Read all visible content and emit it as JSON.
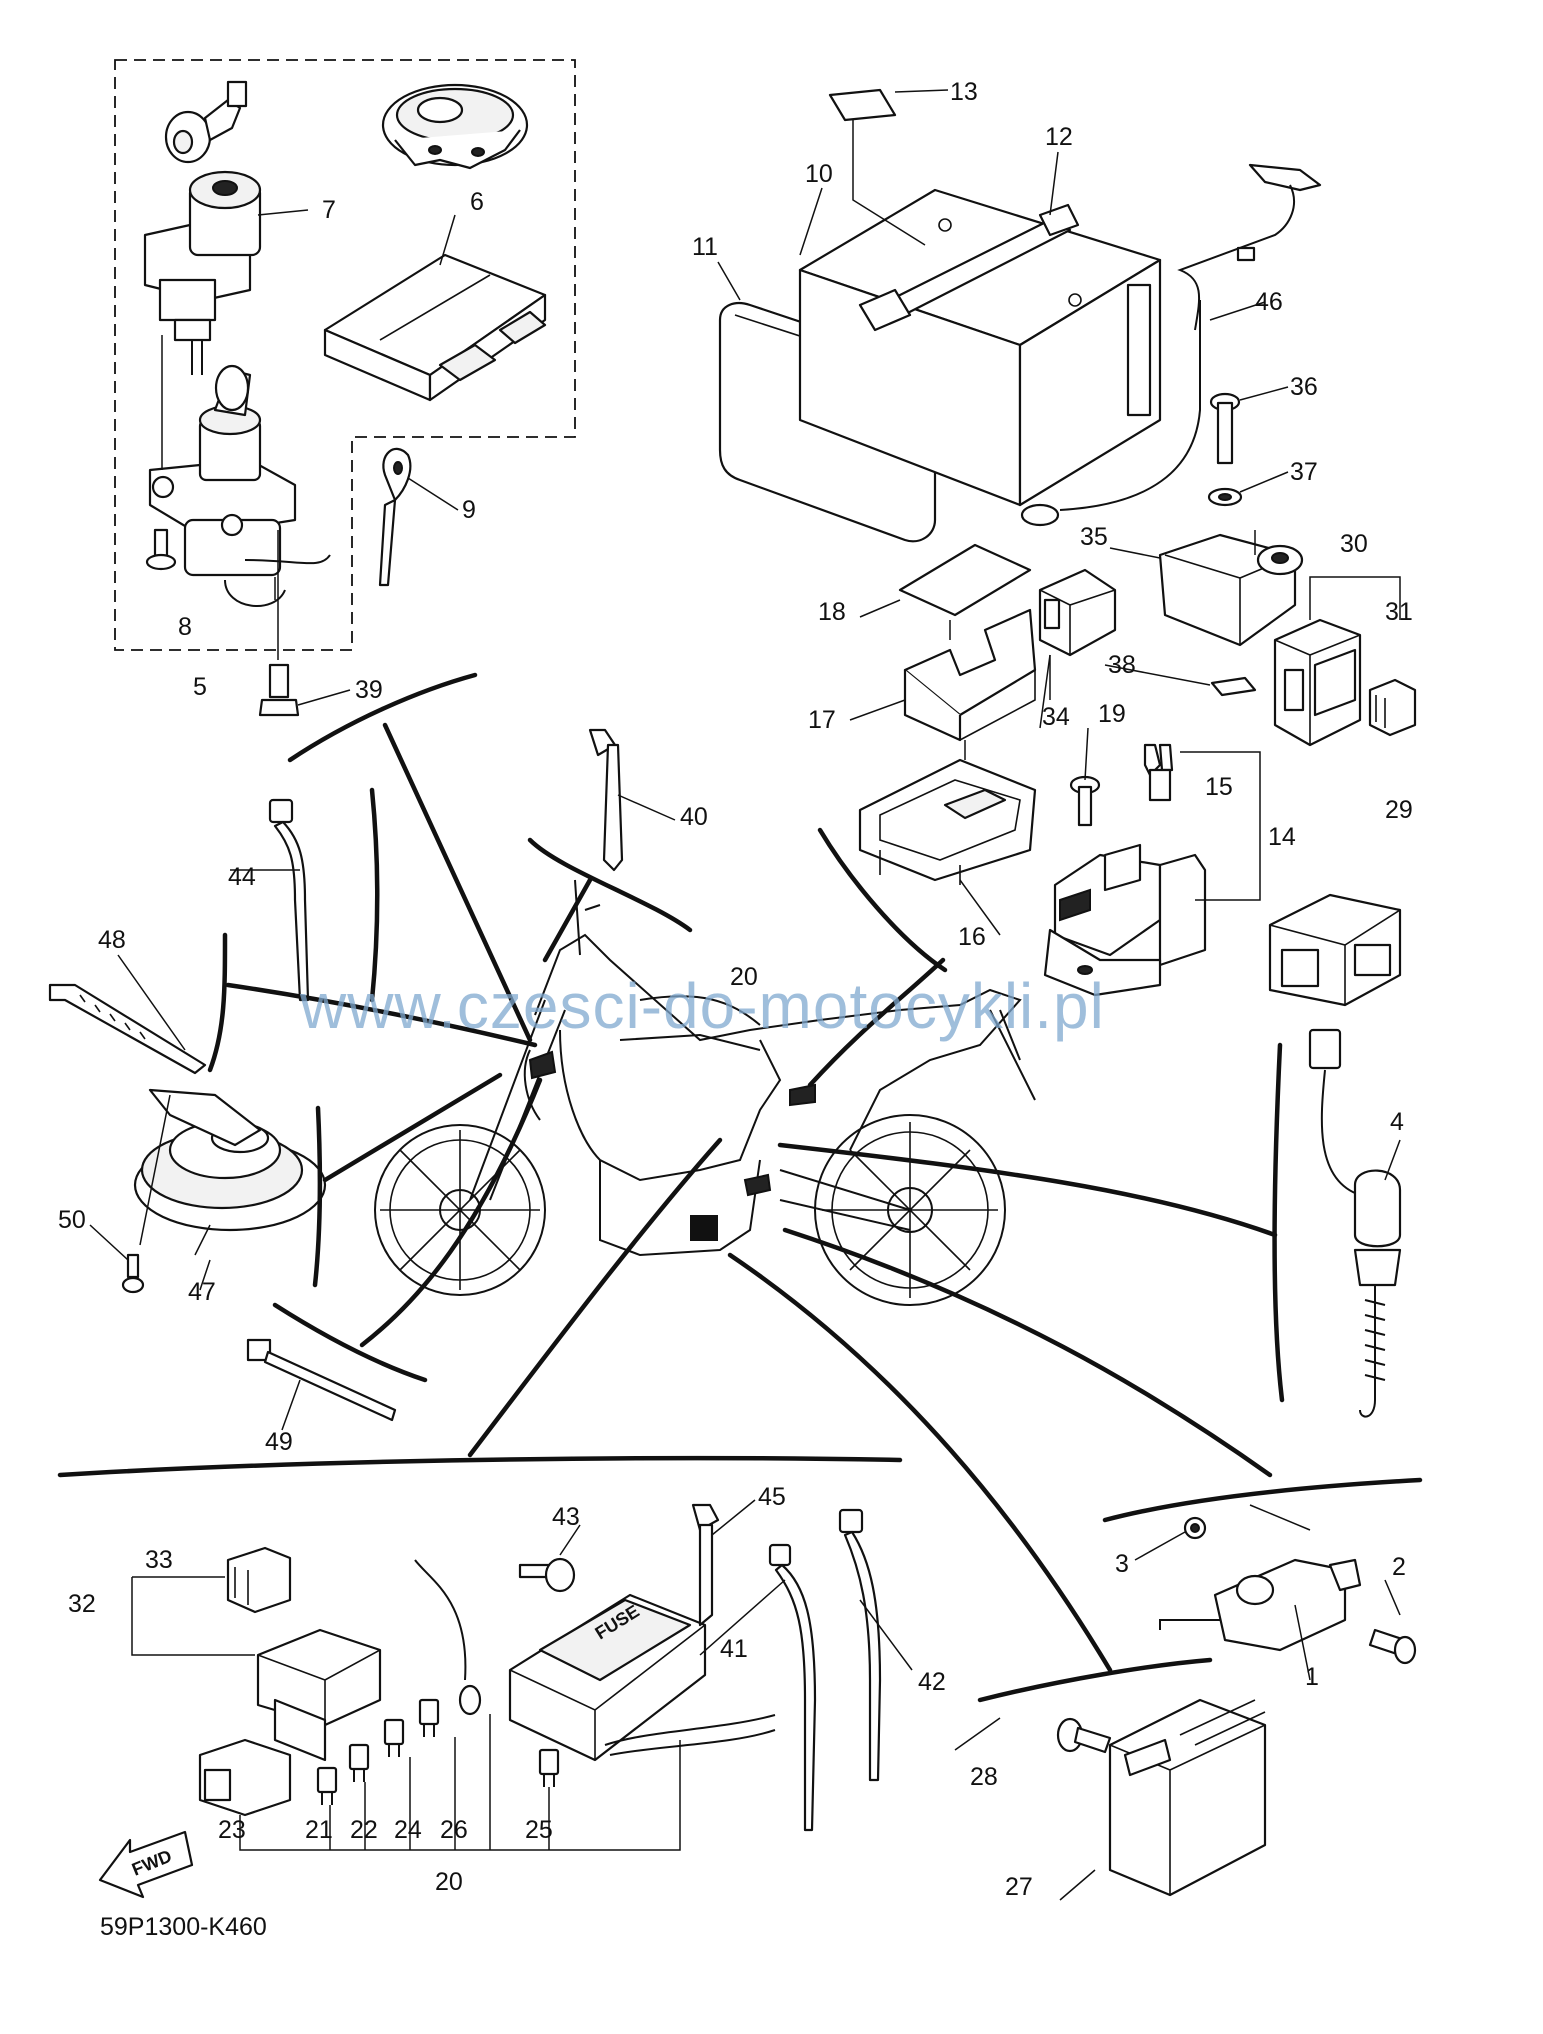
{
  "diagram": {
    "watermark": "www.czesci-do-motocykli.pl",
    "diagram_code": "59P1300-K460",
    "fwd_label": "FWD",
    "callouts": [
      "1",
      "2",
      "3",
      "4",
      "5",
      "6",
      "7",
      "8",
      "9",
      "10",
      "11",
      "12",
      "13",
      "14",
      "15",
      "16",
      "17",
      "18",
      "19",
      "20",
      "20",
      "21",
      "22",
      "23",
      "24",
      "25",
      "26",
      "27",
      "28",
      "29",
      "30",
      "31",
      "32",
      "33",
      "34",
      "35",
      "36",
      "37",
      "38",
      "39",
      "40",
      "41",
      "42",
      "43",
      "44",
      "45",
      "46",
      "47",
      "48",
      "49",
      "50"
    ],
    "fuse_box_label": "FUSE"
  }
}
